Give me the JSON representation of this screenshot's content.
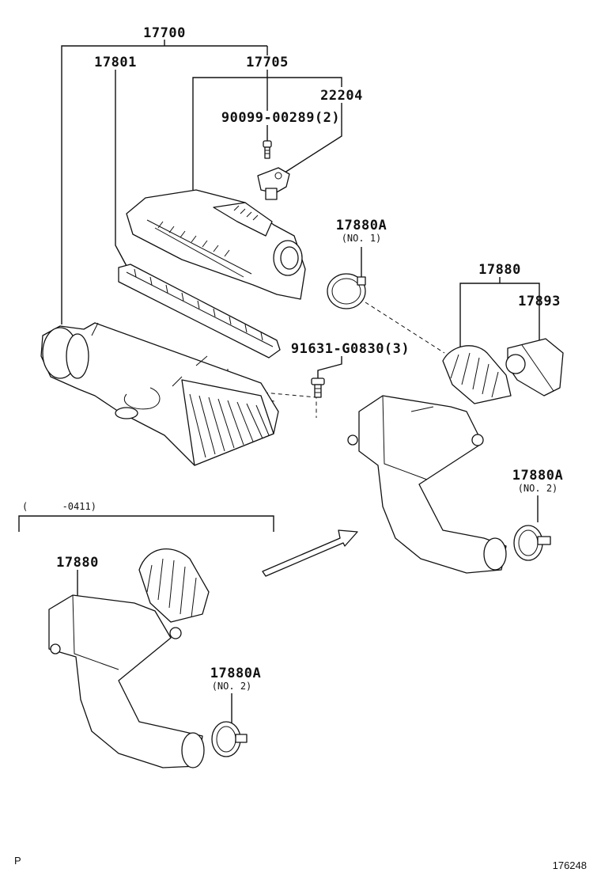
{
  "labels": {
    "p17700": "17700",
    "p17801": "17801",
    "p17705": "17705",
    "p22204": "22204",
    "p90099": "90099-00289(2)",
    "p17880A_top": "17880A",
    "no1": "(NO. 1)",
    "p17880_right": "17880",
    "p17893": "17893",
    "p91631": "91631-G0830(3)",
    "p17880A_right": "17880A",
    "no2_right": "(NO. 2)",
    "date_range": "(      -0411)",
    "p17880_left": "17880",
    "p17880A_left": "17880A",
    "no2_left": "(NO. 2)",
    "corner_letter": "P",
    "drawing_number": "176248"
  }
}
